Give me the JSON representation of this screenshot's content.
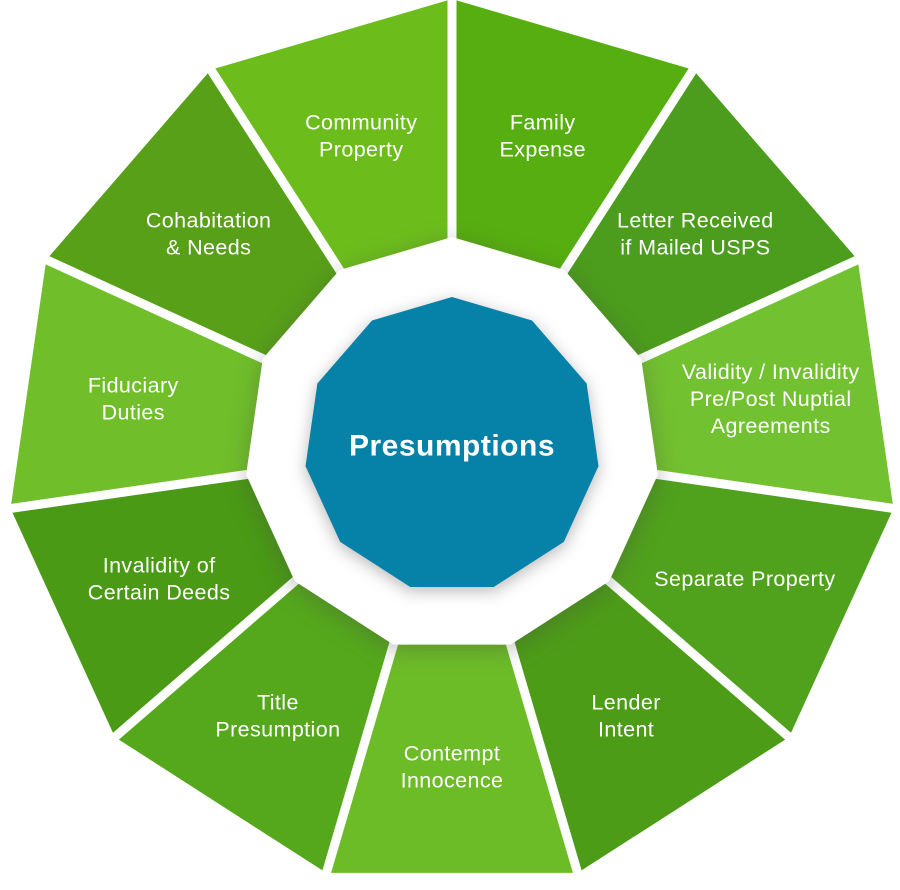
{
  "diagram": {
    "type": "wheel",
    "title": "Presumptions wheel",
    "background_color": "#ffffff",
    "divider_color": "#ffffff",
    "ring_color": "#ffffff",
    "text_color": "#ffffff",
    "center": {
      "label": "Presumptions",
      "color": "#0682a9"
    },
    "segments": [
      {
        "label": "Family Expense",
        "lines": [
          "Family",
          "Expense"
        ],
        "color": "#57ae10"
      },
      {
        "label": "Letter Received if Mailed USPS",
        "lines": [
          "Letter Received",
          "if Mailed USPS"
        ],
        "color": "#4c9c1d"
      },
      {
        "label": "Validity / Invalidity Pre/Post Nuptial Agreements",
        "lines": [
          "Validity / Invalidity",
          "Pre/Post Nuptial",
          "Agreements"
        ],
        "color": "#72c130"
      },
      {
        "label": "Separate Property",
        "lines": [
          "Separate Property"
        ],
        "color": "#50a11c"
      },
      {
        "label": "Lender Intent",
        "lines": [
          "Lender",
          "Intent"
        ],
        "color": "#4d9c18"
      },
      {
        "label": "Contempt Innocence",
        "lines": [
          "Contempt",
          "Innocence"
        ],
        "color": "#6cbc27"
      },
      {
        "label": "Title Presumption",
        "lines": [
          "Title",
          "Presumption"
        ],
        "color": "#55a81c"
      },
      {
        "label": "Invalidity of Certain Deeds",
        "lines": [
          "Invalidity of",
          "Certain Deeds"
        ],
        "color": "#4a9a15"
      },
      {
        "label": "Fiduciary Duties",
        "lines": [
          "Fiduciary",
          "Duties"
        ],
        "color": "#6fbe2a"
      },
      {
        "label": "Cohabitation & Needs",
        "lines": [
          "Cohabitation",
          "& Needs"
        ],
        "color": "#57a018"
      },
      {
        "label": "Community Property",
        "lines": [
          "Community",
          "Property"
        ],
        "color": "#6cbd1c"
      }
    ]
  }
}
